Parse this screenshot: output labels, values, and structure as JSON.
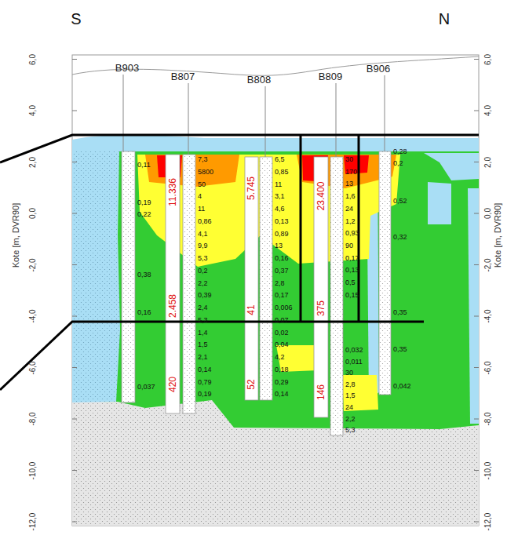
{
  "diagram": {
    "labels": [
      "S",
      "N",
      "B903",
      "B807",
      "B808",
      "B809",
      "B906",
      "6,0",
      "4,0",
      "2,0",
      "0,0",
      "-2,0",
      "-4,0",
      "-6,0",
      "-8,0",
      "-10,0",
      "-12,0",
      "6,0",
      "4,0",
      "2,0",
      "0,0",
      "-2,0",
      "-4,0",
      "-6,0",
      "-8,0",
      "-10,0",
      "-12,0",
      "Kote [m, DVR90]",
      "Kote [m, DVR90]",
      "11.336",
      "2.458",
      "420",
      "5.745",
      "41",
      "52",
      "23.400",
      "375",
      "146",
      "0,11",
      "0,19",
      "0,22",
      "0,38",
      "0,16",
      "0,037",
      "7,3",
      "5800",
      "50",
      "4",
      "11",
      "0,86",
      "4,1",
      "9,9",
      "5,3",
      "0,2",
      "2,2",
      "0,39",
      "2,4",
      "5,3",
      "1,4",
      "1,5",
      "2,1",
      "0,14",
      "0,79",
      "0,19",
      "6,5",
      "0,85",
      "11",
      "3,1",
      "4,6",
      "0,13",
      "0,89",
      "13",
      "0,16",
      "0,37",
      "2,8",
      "0,17",
      "0,006",
      "0,07",
      "0,02",
      "0,04",
      "4,2",
      "0,18",
      "0,29",
      "0,14",
      "30",
      "170",
      "13",
      "1,6",
      "24",
      "1,2",
      "0,93",
      "90",
      "0,17",
      "0,13",
      "0,5",
      "0,15",
      "0,032",
      "0,011",
      "30",
      "2,8",
      "1,5",
      "24",
      "2,2",
      "5,3",
      "0,28",
      "0,2",
      "0,52",
      "0,32",
      "0,35",
      "0,35",
      "0,042"
    ]
  }
}
